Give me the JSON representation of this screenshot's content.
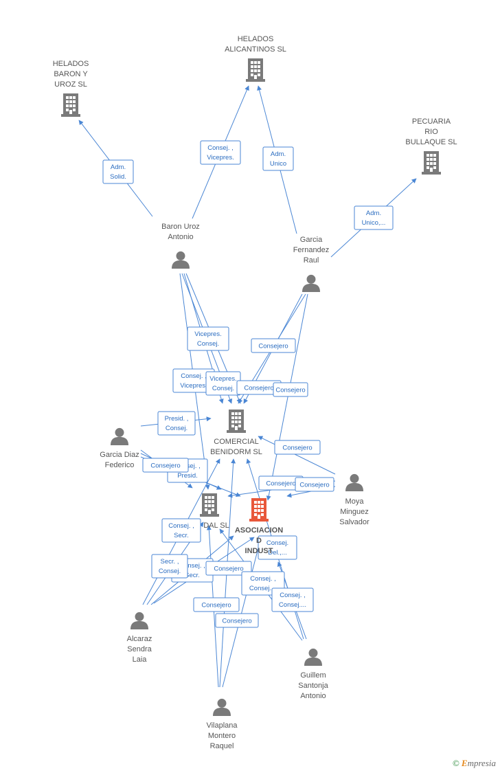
{
  "colors": {
    "edge": "#4a86d4",
    "company": "#7a7a7a",
    "company_highlight": "#e8573a",
    "person": "#7a7a7a",
    "label_text": "#555555"
  },
  "nodes": [
    {
      "id": "helados_baron",
      "type": "company",
      "lines": [
        "HELADOS",
        "BARON Y",
        "UROZ SL"
      ]
    },
    {
      "id": "helados_alicantinos",
      "type": "company",
      "lines": [
        "HELADOS",
        "ALICANTINOS SL"
      ]
    },
    {
      "id": "pecuaria",
      "type": "company",
      "lines": [
        "PECUARIA",
        "RIO",
        "BULLAQUE SL"
      ]
    },
    {
      "id": "baron_uroz",
      "type": "person",
      "lines": [
        "Baron Uroz",
        "Antonio"
      ]
    },
    {
      "id": "garcia_fernandez",
      "type": "person",
      "lines": [
        "Garcia",
        "Fernandez",
        "Raul"
      ]
    },
    {
      "id": "comercial_benidorm",
      "type": "company",
      "lines": [
        "COMERCIAL",
        "BENIDORM SL"
      ]
    },
    {
      "id": "garcia_diaz",
      "type": "person",
      "lines": [
        "Garcia Diaz",
        "Federico"
      ]
    },
    {
      "id": "moya",
      "type": "person",
      "lines": [
        "Moya",
        "Minguez",
        "Salvador"
      ]
    },
    {
      "id": "dal_sl",
      "type": "company",
      "lines": [
        "DAL SL"
      ]
    },
    {
      "id": "asociacion",
      "type": "company_highlight",
      "lines": [
        "ASOCIACION",
        "D",
        "INDUST"
      ]
    },
    {
      "id": "alcaraz",
      "type": "person",
      "lines": [
        "Alcaraz",
        "Sendra",
        "Laia"
      ]
    },
    {
      "id": "guillem",
      "type": "person",
      "lines": [
        "Guillem",
        "Santonja",
        "Antonio"
      ]
    },
    {
      "id": "vilaplana",
      "type": "person",
      "lines": [
        "Vilaplana",
        "Montero",
        "Raquel"
      ]
    }
  ],
  "relations": [
    {
      "lines": [
        "Adm.",
        "Solid."
      ]
    },
    {
      "lines": [
        "Consej. ,",
        "Vicepres."
      ]
    },
    {
      "lines": [
        "Adm.",
        "Unico"
      ]
    },
    {
      "lines": [
        "Adm.",
        "Unico,..."
      ]
    },
    {
      "lines": [
        "Vicepres.",
        "Consej."
      ]
    },
    {
      "lines": [
        "Consejero"
      ]
    },
    {
      "lines": [
        "Consej. ,",
        "Vicepres."
      ]
    },
    {
      "lines": [
        "Vicepres.",
        "Consej."
      ]
    },
    {
      "lines": [
        "Consejero"
      ]
    },
    {
      "lines": [
        "Consejero"
      ]
    },
    {
      "lines": [
        "Presid. ,",
        "Consej."
      ]
    },
    {
      "lines": [
        "Consejero"
      ]
    },
    {
      "lines": [
        "Consej. ,",
        "Presid."
      ]
    },
    {
      "lines": [
        "Consejero"
      ]
    },
    {
      "lines": [
        "Consejero"
      ]
    },
    {
      "lines": [
        "Consejero"
      ]
    },
    {
      "lines": [
        "Consej. ,",
        "Secr."
      ]
    },
    {
      "lines": [
        "Consej.",
        "Del.,..."
      ]
    },
    {
      "lines": [
        "Consej. ,",
        "Secr."
      ]
    },
    {
      "lines": [
        "Secr. ,",
        "Consej."
      ]
    },
    {
      "lines": [
        "Consejero"
      ]
    },
    {
      "lines": [
        "Consej. ,",
        "Consej...."
      ]
    },
    {
      "lines": [
        "Consej. ,",
        "Consej...."
      ]
    },
    {
      "lines": [
        "Consejero"
      ]
    },
    {
      "lines": [
        "Consejero"
      ]
    }
  ],
  "footer": {
    "copyright": "©",
    "brand_initial": "E",
    "brand_rest": "mpresia"
  }
}
